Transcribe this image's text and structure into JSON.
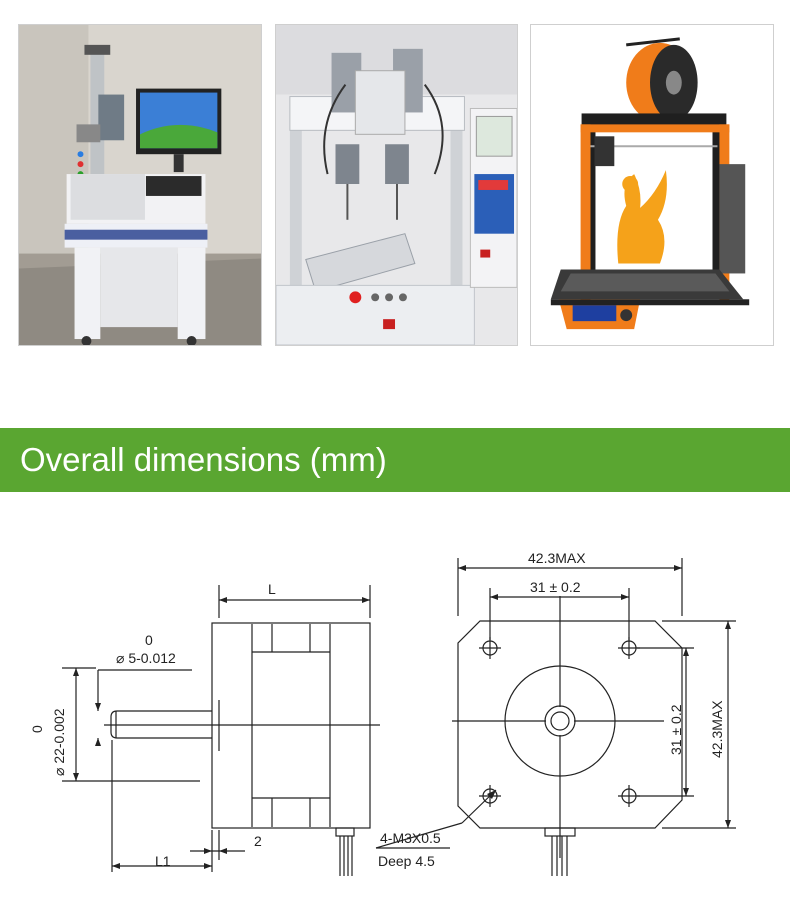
{
  "photos": [
    {
      "name": "fiber-laser-marking-machine"
    },
    {
      "name": "desktop-soldering-robot"
    },
    {
      "name": "orange-3d-printer"
    }
  ],
  "banner": {
    "title": "Overall dimensions (mm)"
  },
  "colors": {
    "banner": "#5aa631",
    "banner_text": "#ffffff",
    "line": "#222222",
    "printer_orange": "#f07c1a"
  },
  "drawing": {
    "length_label": "L",
    "shaft_tolerance_upper": "0",
    "shaft_dia": "⌀ 5-0.012",
    "boss_tolerance_upper": "0",
    "boss_dia": "⌀ 22-0.002",
    "boss_height": "2",
    "shaft_length": "L1",
    "width_max": "42.3MAX",
    "hole_spacing_h": "31 ± 0.2",
    "hole_spacing_v": "31 ± 0.2",
    "height_max": "42.3MAX",
    "thread_spec": "4-M3X0.5",
    "thread_depth": "Deep   4.5"
  }
}
